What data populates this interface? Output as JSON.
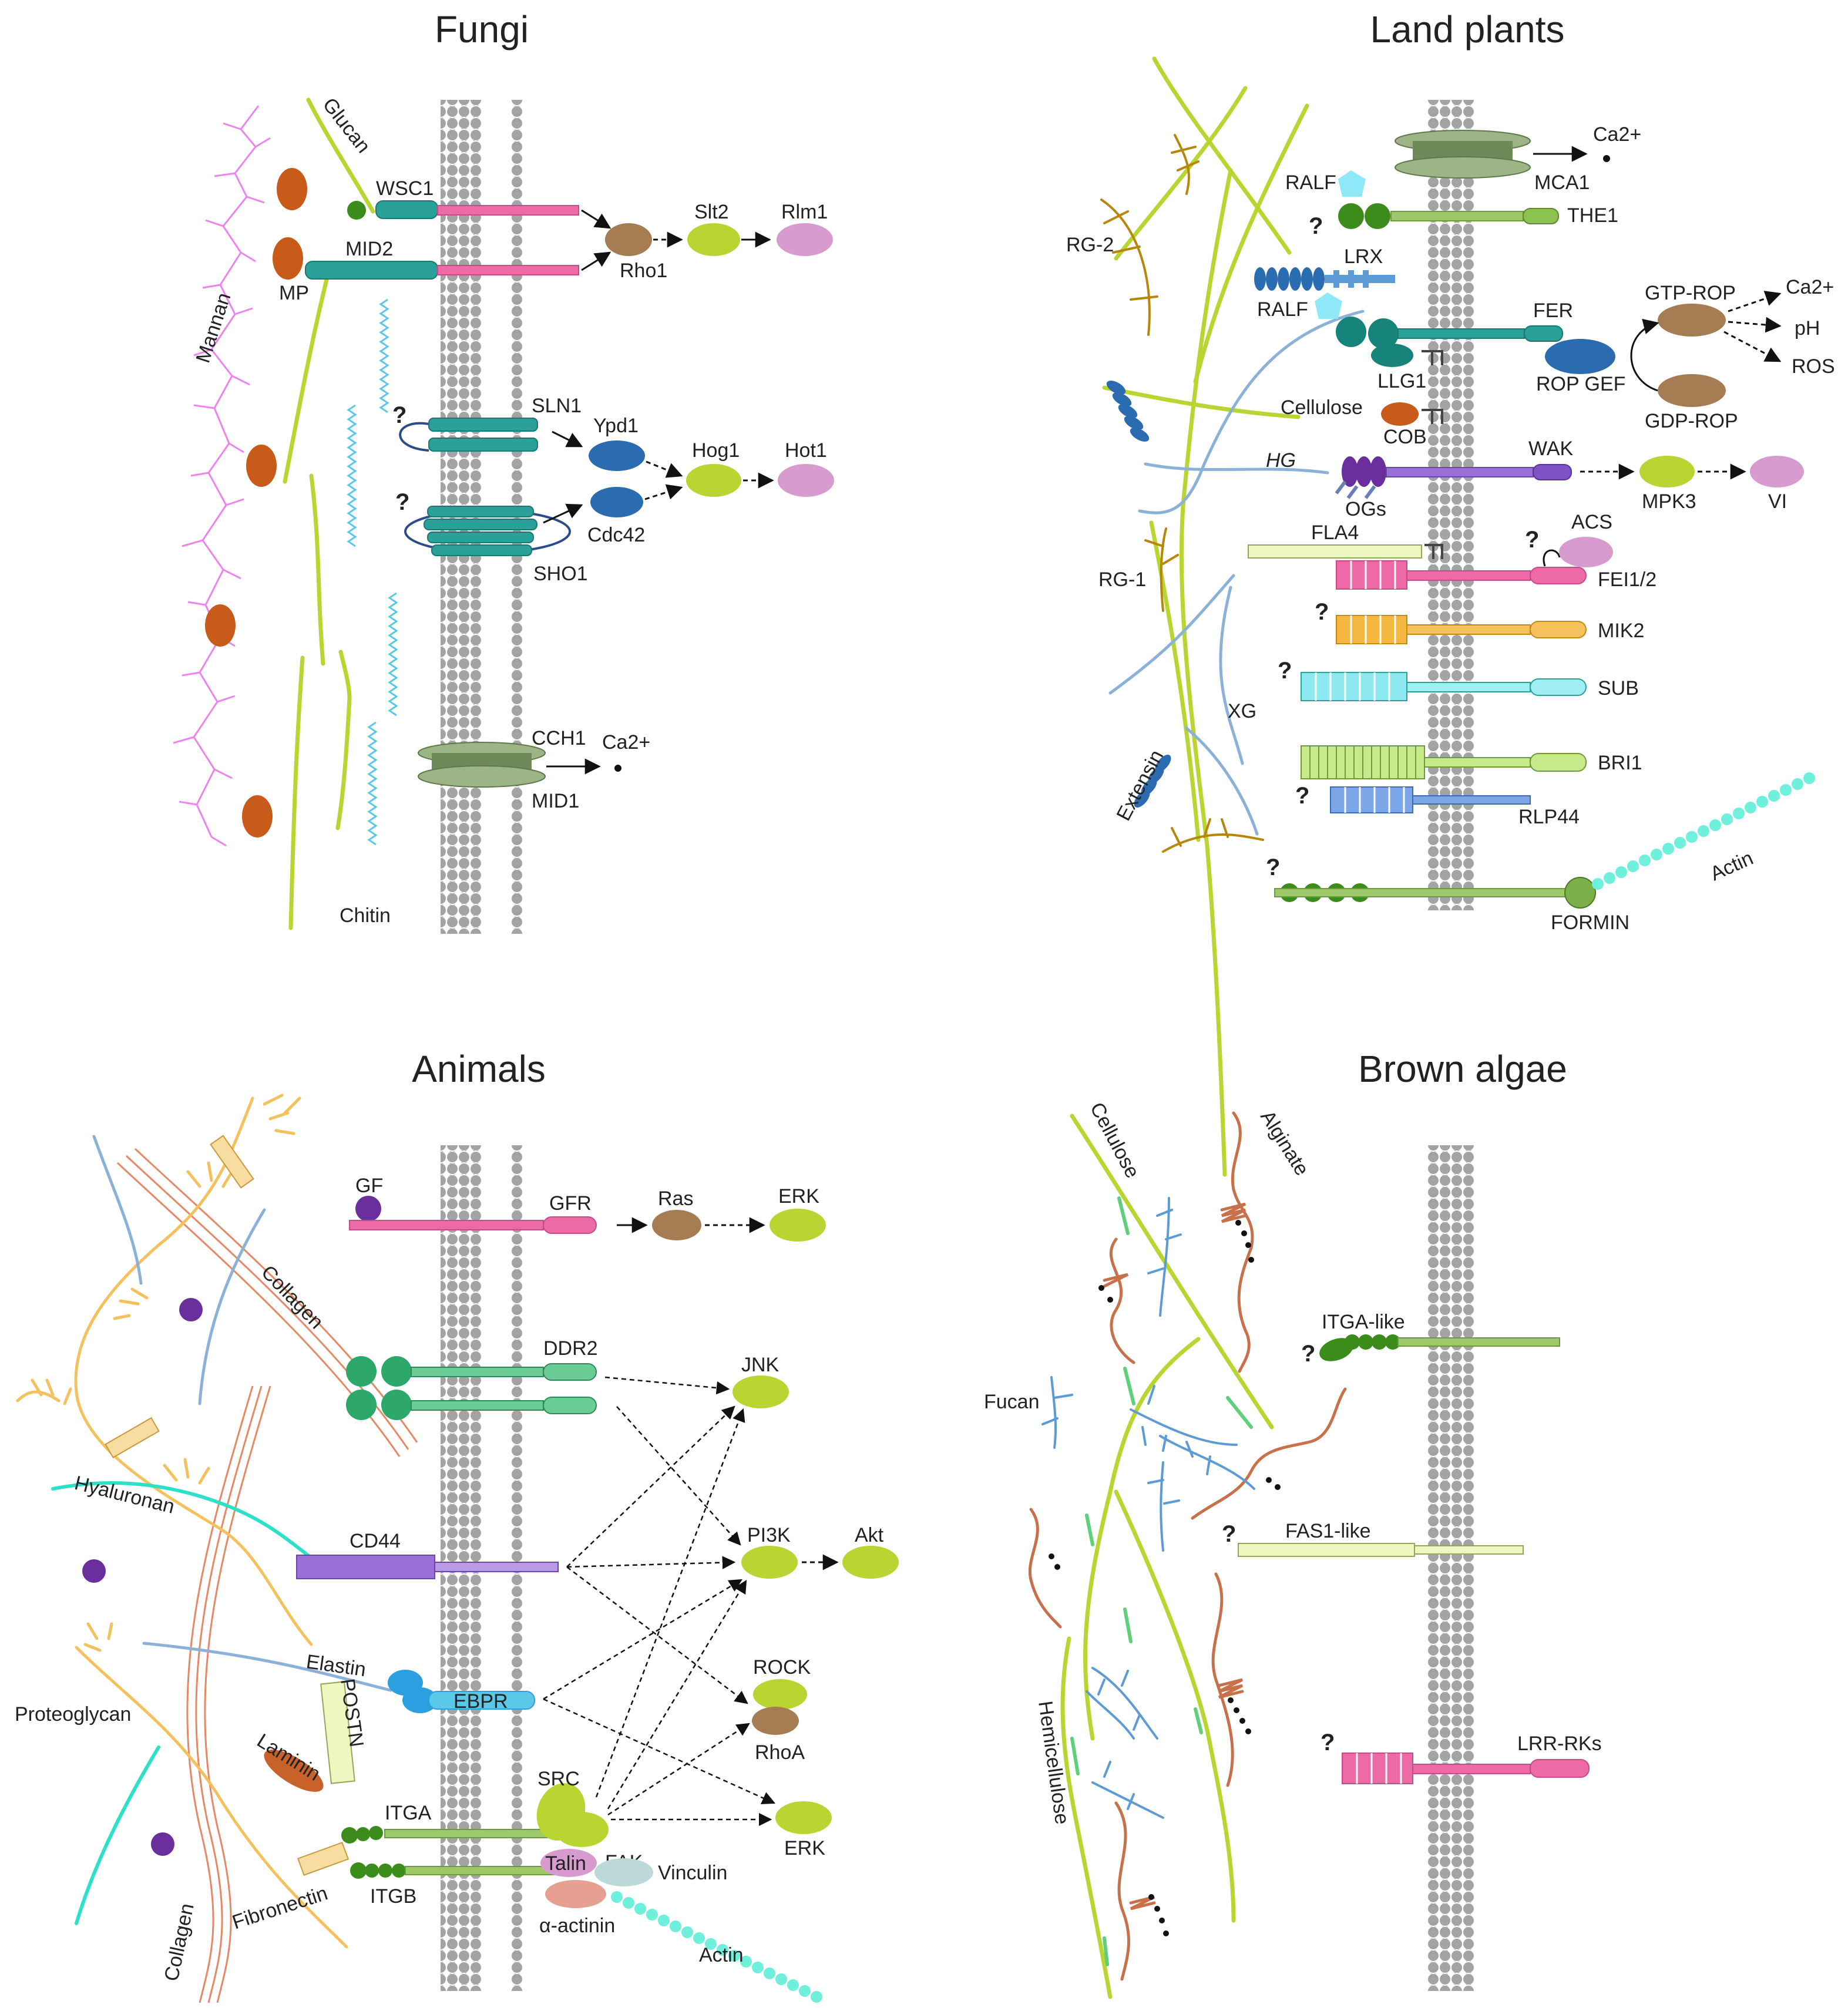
{
  "panels": {
    "fungi": {
      "title": "Fungi",
      "labels": {
        "glucan": "Glucan",
        "mannan": "Mannan",
        "mp": "MP",
        "chitin": "Chitin",
        "wsc1": "WSC1",
        "mid2": "MID2",
        "rho1": "Rho1",
        "slt2": "Slt2",
        "rlm1": "Rlm1",
        "sln1": "SLN1",
        "ypd1": "Ypd1",
        "cdc42": "Cdc42",
        "sho1": "SHO1",
        "hog1": "Hog1",
        "hot1": "Hot1",
        "cch1": "CCH1",
        "mid1": "MID1",
        "ca": "Ca2+",
        "q1": "?",
        "q2": "?"
      }
    },
    "plants": {
      "title": "Land plants",
      "labels": {
        "ca1": "Ca2+",
        "mca1": "MCA1",
        "ralf1": "RALF",
        "the1": "THE1",
        "rg2": "RG-2",
        "lrx": "LRX",
        "ralf2": "RALF",
        "fer": "FER",
        "gtprop": "GTP-ROP",
        "ca2": "Ca2+",
        "ph": "pH",
        "ros": "ROS",
        "ropgef": "ROP GEF",
        "llg1": "LLG1",
        "gdprop": "GDP-ROP",
        "cellulose": "Cellulose",
        "cob": "COB",
        "hg": "HG",
        "wak": "WAK",
        "ogs": "OGs",
        "mpk3": "MPK3",
        "vi": "VI",
        "fla4": "FLA4",
        "acs": "ACS",
        "rg1": "RG-1",
        "fei": "FEI1/2",
        "mik2": "MIK2",
        "sub": "SUB",
        "xg": "XG",
        "bri1": "BRI1",
        "extensin": "Extensin",
        "rlp44": "RLP44",
        "formin": "FORMIN",
        "actin": "Actin",
        "q1": "?",
        "q2": "?",
        "q3": "?",
        "q4": "?",
        "q5": "?",
        "q6": "?"
      }
    },
    "animals": {
      "title": "Animals",
      "labels": {
        "gf": "GF",
        "gfr": "GFR",
        "ras": "Ras",
        "erk1": "ERK",
        "collagen1": "Collagen",
        "ddr2": "DDR2",
        "jnk": "JNK",
        "hyaluronan": "Hyaluronan",
        "cd44": "CD44",
        "pi3k": "PI3K",
        "akt": "Akt",
        "elastin": "Elastin",
        "ebpr": "EBPR",
        "rock": "ROCK",
        "rhoa": "RhoA",
        "proteoglycan": "Proteoglycan",
        "postn": "POSTN",
        "laminin": "Laminin",
        "src": "SRC",
        "itga": "ITGA",
        "fak": "FAK",
        "erk2": "ERK",
        "talin": "Talin",
        "vinculin": "Vinculin",
        "fibronectin": "Fibronectin",
        "itgb": "ITGB",
        "actinin": "α-actinin",
        "collagen2": "Collagen",
        "actin": "Actin"
      }
    },
    "algae": {
      "title": "Brown algae",
      "labels": {
        "cellulose": "Cellulose",
        "alginate": "Alginate",
        "itgalike": "ITGA-like",
        "fucan": "Fucan",
        "fas1like": "FAS1-like",
        "hemicellulose": "Hemicellulose",
        "lrrrks": "LRR-RKs",
        "q1": "?",
        "q2": "?",
        "q3": "?"
      }
    }
  },
  "colors": {
    "membrane": "#a8a8a8",
    "pink": "#ee6aa7",
    "teal": "#2aa198",
    "limegreen": "#b8d531",
    "lightblue": "#5bc8e8",
    "mannan": "#ee82ee",
    "brown": "#c85a1a",
    "darkblue": "#2b6cb0",
    "lavender": "#d79bd0",
    "tan": "#a67c52",
    "collagen": "#e58866",
    "yellow": "#f4c15c",
    "cyan": "#2de0c8"
  }
}
